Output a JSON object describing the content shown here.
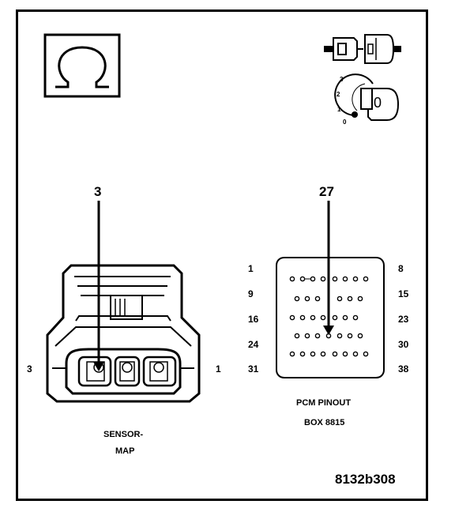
{
  "figure_id": "8132b308",
  "ohmmeter_icon": {
    "name": "ohmmeter-icon",
    "symbol": "Ω"
  },
  "connector_icon": {
    "name": "disconnected-connector-icon"
  },
  "ignition_switch": {
    "name": "ignition-key-switch-icon",
    "key_position": "0",
    "positions": [
      "3",
      "2",
      "1",
      "0"
    ]
  },
  "sensor_connector": {
    "pin_callout": "3",
    "left_pin_label": "3",
    "right_pin_label": "1",
    "caption_line1": "SENSOR-",
    "caption_line2": "MAP"
  },
  "pcm_connector": {
    "pin_callout": "27",
    "left_pin_labels": [
      "1",
      "9",
      "16",
      "24",
      "31"
    ],
    "right_pin_labels": [
      "8",
      "15",
      "23",
      "30",
      "38"
    ],
    "caption_line1": "PCM PINOUT",
    "caption_line2": "BOX 8815"
  }
}
